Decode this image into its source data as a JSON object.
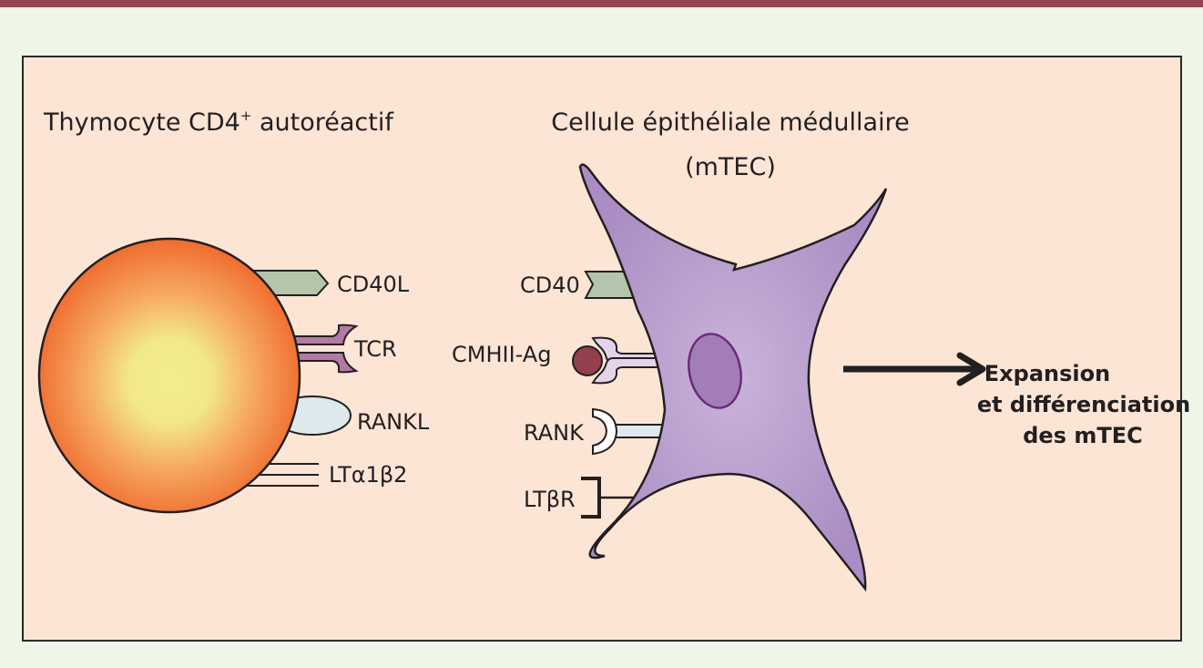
{
  "figure": {
    "titles": {
      "thymocyte": "Thymocyte CD4",
      "thymocyte_sup": "+",
      "thymocyte_suffix": " autoréactif",
      "mtec_line1": "Cellule épithéliale médullaire",
      "mtec_line2": "(mTEC)"
    },
    "thymocyte_receptors": [
      {
        "id": "cd40l",
        "label": "CD40L"
      },
      {
        "id": "tcr",
        "label": "TCR"
      },
      {
        "id": "rankl",
        "label": "RANKL"
      },
      {
        "id": "lta1b2",
        "label": "LTα1β2"
      }
    ],
    "mtec_receptors": [
      {
        "id": "cd40",
        "label": "CD40"
      },
      {
        "id": "cmhii",
        "label": "CMHII-Ag"
      },
      {
        "id": "rank",
        "label": "RANK"
      },
      {
        "id": "ltbr",
        "label": "LTβR"
      }
    ],
    "outcome": {
      "line1": "Expansion",
      "line2": "et différenciation",
      "line3": "des mTEC"
    },
    "colors": {
      "header_bar": "#944553",
      "page_bg": "#eff6e8",
      "panel_bg": "#fde5d6",
      "thymocyte_edge": "#ef6c2e",
      "thymocyte_center": "#f1ee8e",
      "mtec_fill": "#b79bcc",
      "nucleus_fill": "#a37db8",
      "nucleus_stroke": "#6b2a7a",
      "cd40_green": "#b3c5aa",
      "tcr_purple": "#b37aa3",
      "mhc_lilac": "#e4d3ea",
      "antigen_red": "#943f4e",
      "rank_pale": "#dde9ec"
    }
  }
}
